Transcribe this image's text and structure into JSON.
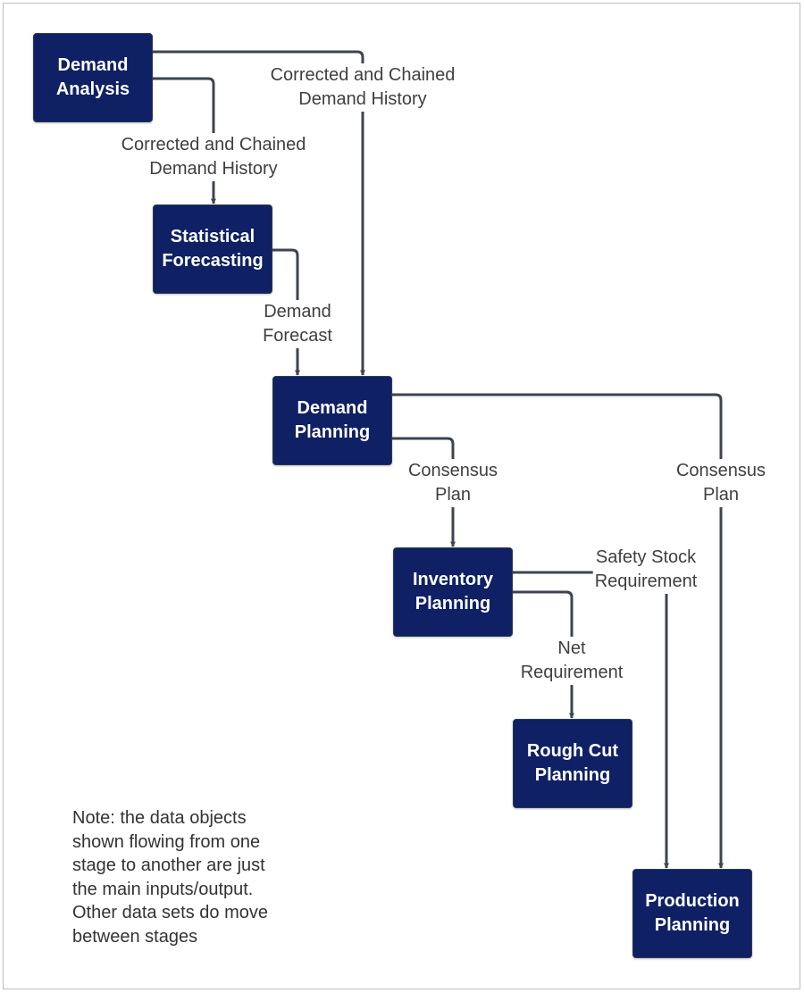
{
  "nodes": {
    "demand_analysis": "Demand\nAnalysis",
    "statistical_forecasting": "Statistical\nForecasting",
    "demand_planning": "Demand\nPlanning",
    "inventory_planning": "Inventory\nPlanning",
    "rough_cut_planning": "Rough Cut\nPlanning",
    "production_planning": "Production\nPlanning"
  },
  "edge_labels": {
    "analysis_to_demand_planning": "Corrected and Chained\nDemand History",
    "analysis_to_forecasting": "Corrected and Chained\nDemand History",
    "forecasting_to_demand_planning": "Demand\nForecast",
    "demand_to_inventory": "Consensus\nPlan",
    "demand_to_production": "Consensus\nPlan",
    "inventory_to_production": "Safety Stock\nRequirement",
    "inventory_to_rough_cut": "Net\nRequirement"
  },
  "note": "Note: the data objects\nshown flowing from one\nstage to another are just\nthe main inputs/output.\nOther data sets do move\nbetween stages",
  "colors": {
    "node_fill": "#0f2064",
    "connector": "#3d4450",
    "label_text": "#3f3f3f"
  }
}
